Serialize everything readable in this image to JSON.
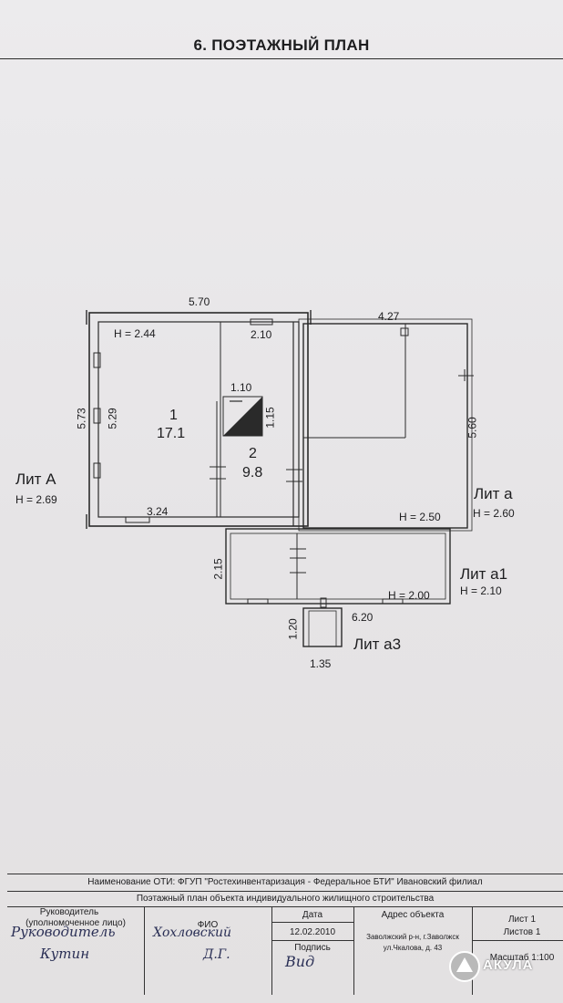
{
  "title": "6. ПОЭТАЖНЫЙ ПЛАН",
  "dimensions": {
    "top_a": "5.70",
    "top_b": "4.27",
    "window_top": "2.10",
    "left_outer": "5.73",
    "left_inner": "5.29",
    "bottom_a": "3.24",
    "stair_w": "1.10",
    "stair_h": "1.15",
    "right_a": "5.60",
    "a1_left": "2.15",
    "a1_bottom": "6.20",
    "a3_height": "1.20",
    "a3_width": "1.35"
  },
  "heights": {
    "room1": "H = 2.44",
    "lit_a_inner": "H = 2.50",
    "lit_a1_inner": "H = 2.00"
  },
  "rooms": {
    "r1_num": "1",
    "r1_area": "17.1",
    "r2_num": "2",
    "r2_area": "9.8"
  },
  "liters": {
    "lit_A": "Лит А",
    "lit_A_h": "H = 2.69",
    "lit_a": "Лит а",
    "lit_a_h": "H = 2.60",
    "lit_a1": "Лит а1",
    "lit_a1_h": "H = 2.10",
    "lit_a3": "Лит а3"
  },
  "stamp": {
    "org": "Наименование ОТИ: ФГУП \"Ростехинвентаризация - Федеральное БТИ\" Ивановский филиал",
    "doc": "Поэтажный план объекта индивидуального жилищного строительства",
    "head_label_1": "Руководитель",
    "head_label_2": "(уполномоченное лицо)",
    "fio_label": "ФИО",
    "date_label": "Дата",
    "date_value": "12.02.2010",
    "sign_label": "Подпись",
    "address_label": "Адрес объекта",
    "address_1": "Заволжский р-н, г.Заволжск",
    "address_2": "ул.Чкалова, д. 43",
    "sheet": "Лист  1",
    "sheets": "Листов  1",
    "scale": "Масштаб 1:100"
  },
  "signatures": {
    "head_1": "Руководитель",
    "head_2": "Кутин",
    "fio_1": "Хохловский",
    "fio_2": "Д.Г.",
    "sign": "Вид"
  },
  "watermark": "АКУЛА"
}
